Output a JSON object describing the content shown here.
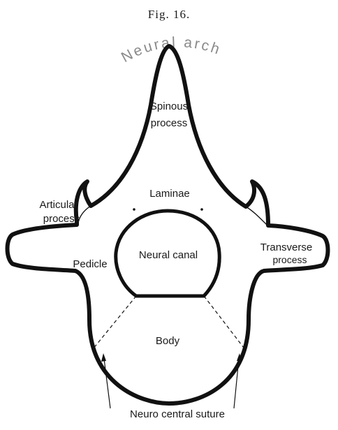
{
  "figure": {
    "caption": "Fig. 16."
  },
  "labels": {
    "neural_arch": "Neural arch",
    "spinous_1": "Spinous",
    "spinous_2": "process",
    "laminae": "Laminae",
    "articular_1": "Articular",
    "articular_2": "process",
    "neural_canal": "Neural canal",
    "transverse_1": "Transverse",
    "transverse_2": "process",
    "pedicle": "Pedicle",
    "body": "Body",
    "suture": "Neuro central suture"
  },
  "colors": {
    "outline": "#111111",
    "label_gray": "#8a8a8a"
  }
}
